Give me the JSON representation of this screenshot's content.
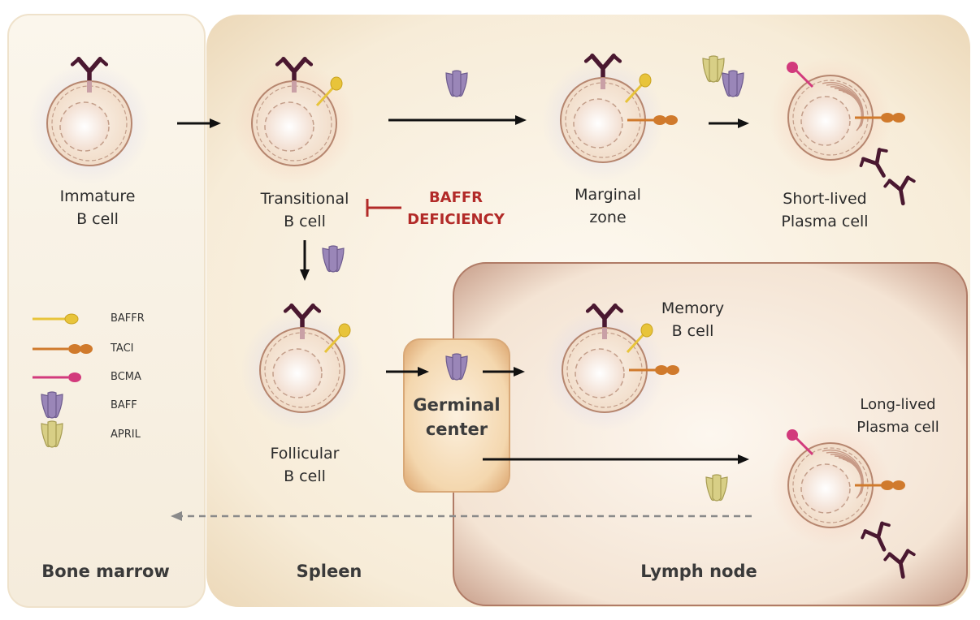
{
  "compartments": {
    "bone_marrow": "Bone marrow",
    "spleen": "Spleen",
    "lymph_node": "Lymph node",
    "germinal_center": [
      "Germinal",
      "center"
    ]
  },
  "cells": {
    "immature": [
      "Immature",
      "B cell"
    ],
    "transitional": [
      "Transitional",
      "B cell"
    ],
    "marginal_zone": [
      "Marginal",
      "zone"
    ],
    "short_lived_plasma": [
      "Short-lived",
      "Plasma cell"
    ],
    "follicular": [
      "Follicular",
      "B cell"
    ],
    "memory": [
      "Memory",
      "B cell"
    ],
    "long_lived_plasma": [
      "Long-lived",
      "Plasma cell"
    ]
  },
  "inhibition": [
    "BAFFR",
    "DEFICIENCY"
  ],
  "legend": [
    "BAFFR",
    "TACI",
    "BCMA",
    "BAFF",
    "APRIL"
  ],
  "colors": {
    "baffr": "#e8c43a",
    "taci": "#d07a2c",
    "bcma": "#d23a7c",
    "baff": "#9a86b8",
    "april": "#d8cf86",
    "antibody": "#4a1830",
    "inhibition": "#b22a28"
  }
}
